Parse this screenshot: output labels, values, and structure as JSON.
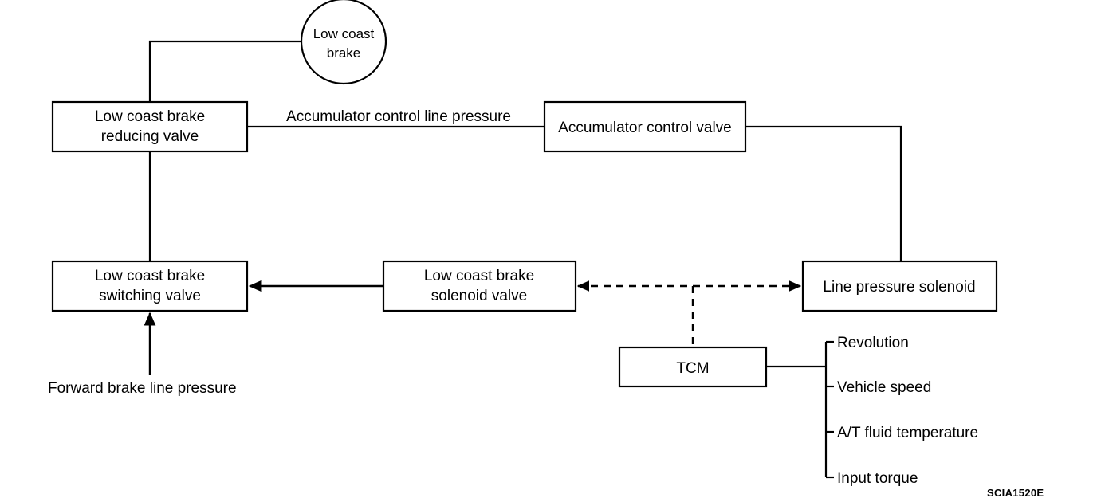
{
  "figure": {
    "id_label": "SCIA1520E",
    "background_color": "#ffffff",
    "line_color": "#000000"
  },
  "nodes": {
    "low_coast_brake_circle": {
      "line1": "Low coast",
      "line2": "brake",
      "shape": "circle"
    },
    "reducing_valve": {
      "line1": "Low coast brake",
      "line2": "reducing valve",
      "shape": "rect"
    },
    "accumulator_control_valve": {
      "line1": "Accumulator control valve",
      "shape": "rect"
    },
    "switching_valve": {
      "line1": "Low coast brake",
      "line2": "switching valve",
      "shape": "rect"
    },
    "solenoid_valve": {
      "line1": "Low coast brake",
      "line2": "solenoid valve",
      "shape": "rect"
    },
    "line_pressure_solenoid": {
      "line1": "Line pressure solenoid",
      "shape": "rect"
    },
    "tcm": {
      "line1": "TCM",
      "shape": "rect"
    }
  },
  "edge_labels": {
    "accumulator_control_line_pressure": "Accumulator control line pressure",
    "forward_brake_line_pressure": "Forward brake line pressure"
  },
  "tcm_inputs": [
    {
      "label": "Revolution"
    },
    {
      "label": "Vehicle speed"
    },
    {
      "label": "A/T fluid temperature"
    },
    {
      "label": "Input torque"
    }
  ]
}
